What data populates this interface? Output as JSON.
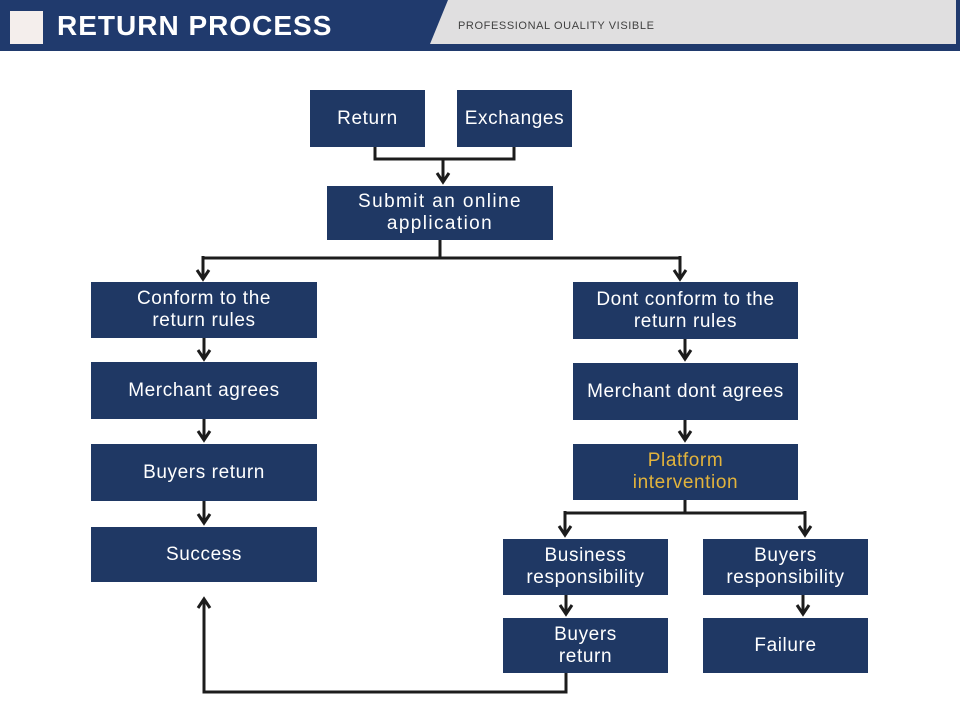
{
  "header": {
    "title": "RETURN PROCESS",
    "subtitle": "PROFESSIONAL OUALITY VISIBLE"
  },
  "colors": {
    "header_bar": "#203a6d",
    "box": "#1f3864",
    "accent_text": "#e2b33c",
    "ribbon_bg": "#e0dfe0",
    "line": "#1c1c1c",
    "accent_square": "#f4eeec"
  },
  "flowchart": {
    "nodes": [
      {
        "id": "return",
        "label": "Return"
      },
      {
        "id": "exchanges",
        "label": "Exchanges"
      },
      {
        "id": "submit-application",
        "label": "Submit an online\napplication"
      },
      {
        "id": "conform-rules",
        "label": "Conform to the\nreturn rules"
      },
      {
        "id": "merchant-agrees",
        "label": "Merchant agrees"
      },
      {
        "id": "buyers-return-left",
        "label": "Buyers return"
      },
      {
        "id": "success",
        "label": "Success"
      },
      {
        "id": "dont-conform-rules",
        "label": "Dont conform to the\nreturn rules"
      },
      {
        "id": "merchant-dont-agrees",
        "label": "Merchant dont agrees"
      },
      {
        "id": "platform-intervention",
        "label": "Platform\nintervention"
      },
      {
        "id": "business-responsibility",
        "label": "Business\nresponsibility"
      },
      {
        "id": "buyers-responsibility",
        "label": "Buyers\nresponsibility"
      },
      {
        "id": "buyers-return-bottom",
        "label": "Buyers\nreturn"
      },
      {
        "id": "failure",
        "label": "Failure"
      }
    ]
  }
}
